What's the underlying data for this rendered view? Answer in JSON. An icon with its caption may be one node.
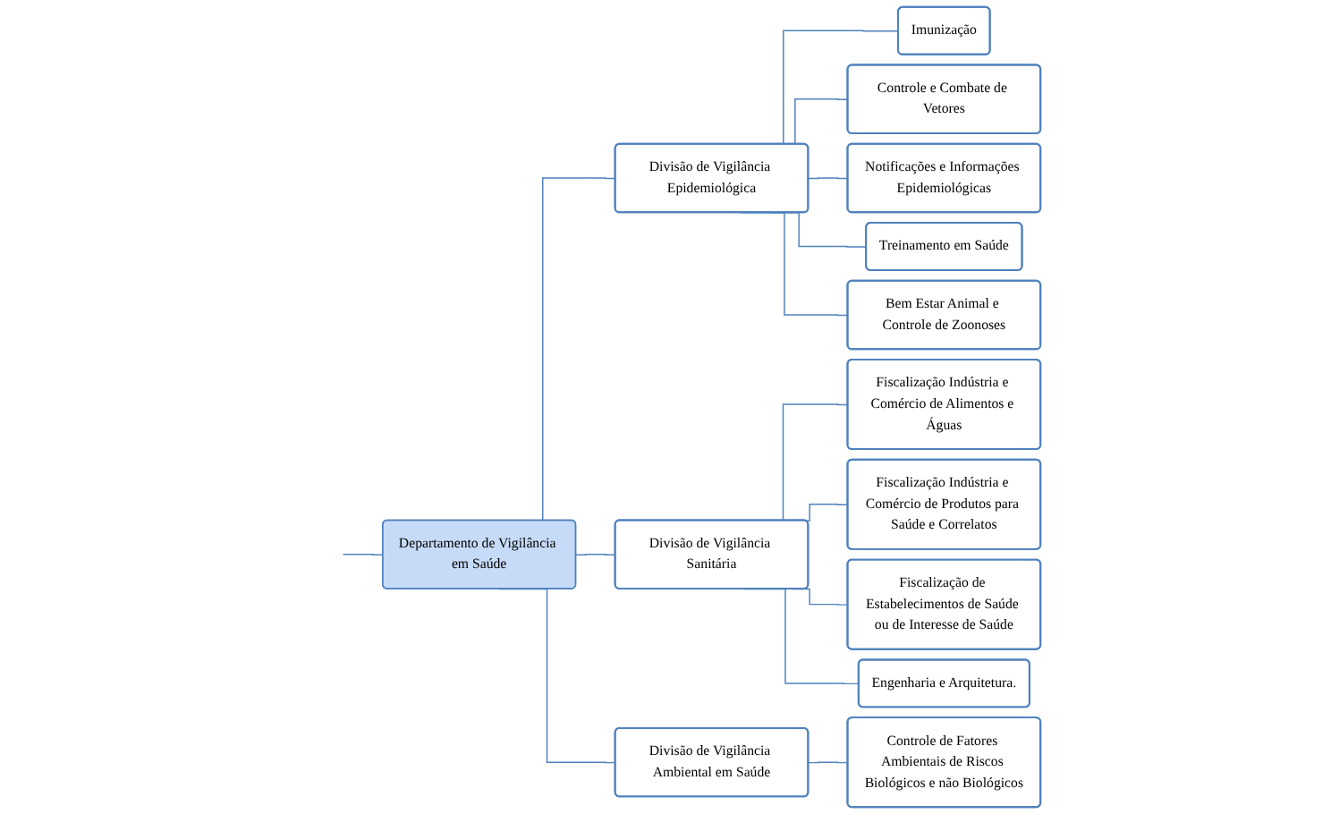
{
  "diagram": {
    "nodes": [
      {
        "text": [
          "Departamento de Vigilância em Saúde"
        ]
      },
      {
        "text": [
          "Divisão de Vigilância Epidemiológica"
        ]
      },
      {
        "text": [
          "Divisão de Vigilância Sanitária"
        ]
      },
      {
        "text": [
          "Divisão de Vigilância Ambiental em Saúde"
        ]
      },
      {
        "text": [
          "Imunização"
        ]
      },
      {
        "text": [
          "Controle e Combate de Vetores"
        ]
      },
      {
        "text": [
          "Notificações e Informações Epidemiológicas"
        ]
      },
      {
        "text": [
          "Treinamento em Saúde"
        ]
      },
      {
        "text": [
          "Bem Estar Animal e Controle de Zoonoses"
        ]
      },
      {
        "text": [
          "Fiscalização Indústria e Comércio de Alimentos e Águas"
        ]
      },
      {
        "text": [
          "Fiscalização Indústria e Comércio de Produtos para Saúde e Correlatos"
        ]
      },
      {
        "text": [
          "Fiscalização de Estabelecimentos de Saúde ou de Interesse de Saúde"
        ]
      },
      {
        "text": [
          "Engenharia e Arquitetura."
        ]
      },
      {
        "text": [
          "Controle de Fatores Ambientais de Riscos Biológicos e não Biológicos"
        ]
      }
    ],
    "edges": [
      {
        "from": null,
        "to": 0,
        "arrow": "none"
      },
      {
        "from": 0,
        "to": 1,
        "arrow": "none"
      },
      {
        "from": 0,
        "to": 2,
        "arrow": "none"
      },
      {
        "from": 0,
        "to": 3,
        "arrow": "none"
      },
      {
        "from": 1,
        "to": 4,
        "arrow": "none"
      },
      {
        "from": 1,
        "to": 5,
        "arrow": "none"
      },
      {
        "from": 1,
        "to": 6,
        "arrow": "none"
      },
      {
        "from": 1,
        "to": 7,
        "arrow": "none"
      },
      {
        "from": 1,
        "to": 8,
        "arrow": "none"
      },
      {
        "from": 2,
        "to": 9,
        "arrow": "none"
      },
      {
        "from": 2,
        "to": 10,
        "arrow": "none"
      },
      {
        "from": 2,
        "to": 11,
        "arrow": "none"
      },
      {
        "from": 2,
        "to": 12,
        "arrow": "none"
      },
      {
        "from": 3,
        "to": 13,
        "arrow": "none"
      }
    ]
  }
}
